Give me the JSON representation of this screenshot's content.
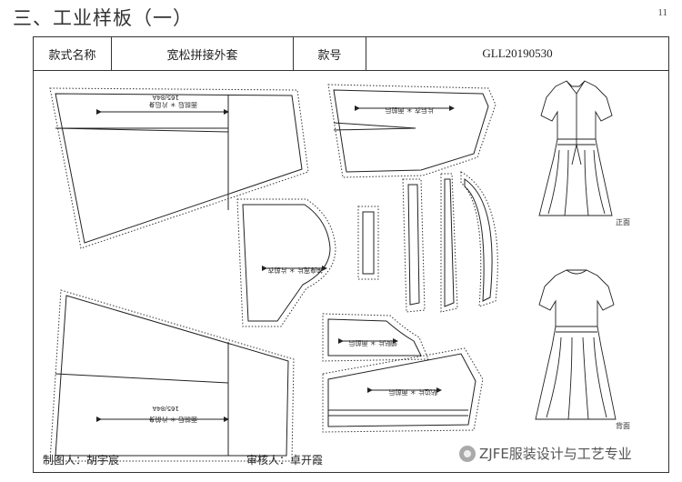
{
  "page": {
    "title": "三、工业样板（一）",
    "number": "11"
  },
  "header": {
    "style_name_label": "款式名称",
    "style_name_value": "宽松拼接外套",
    "style_no_label": "款号",
    "style_no_value": "GLL20190530"
  },
  "footer": {
    "maker": "制图人：胡宇宸",
    "reviewer": "审核人：卓开霞"
  },
  "pieces": {
    "back_piece": "面前后 ＊ 片后身",
    "side_piece": "片后衣 ＊ 面前后",
    "sleeve_piece": "袖身宽片 ＊ 片前衣",
    "front_piece": "面前后 ＊ 片前身",
    "collar_piece": "领贴片 ＊ 面前后",
    "hem_piece": "贴边片 ＊ 面前后",
    "size": "165/84A"
  },
  "sketch": {
    "front_label": "正面",
    "back_label": "背面"
  },
  "watermark": "ZJFE服装设计与工艺专业",
  "colors": {
    "line": "#222222",
    "dotted": "#333333"
  }
}
